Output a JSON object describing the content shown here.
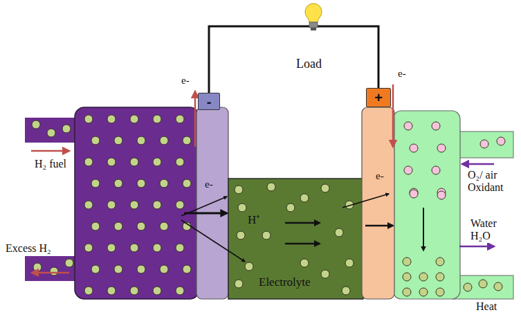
{
  "diagram": {
    "nodes": [
      {
        "text": [
          "-"
        ]
      },
      {
        "text": [
          "+"
        ]
      },
      {
        "text": [
          "H⁺",
          "Electrolyte"
        ]
      }
    ],
    "edges": [
      {
        "from": 0,
        "to": 1,
        "arrow": "none"
      }
    ],
    "labels": [
      "Load",
      "e-",
      "e-",
      "H₂ fuel",
      "Excess H₂",
      "e-",
      "e-",
      "O₂/ air Oxidant",
      "Water H₂O",
      "Heat"
    ]
  }
}
